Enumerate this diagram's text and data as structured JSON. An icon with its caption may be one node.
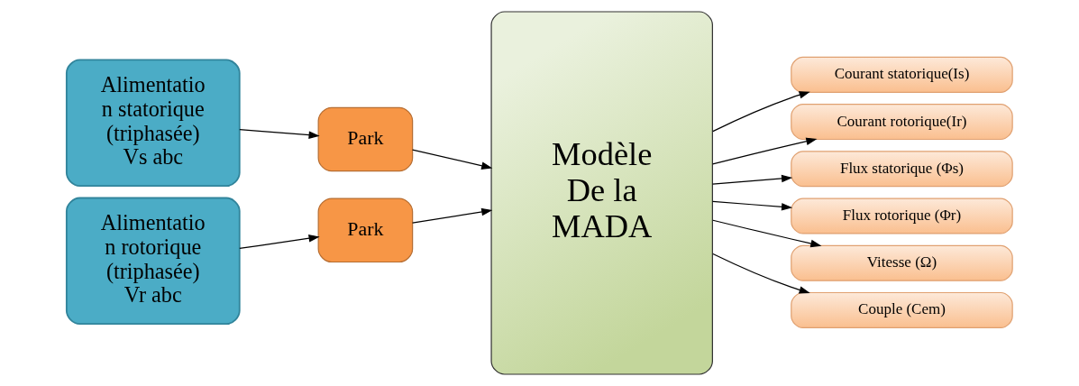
{
  "diagram": {
    "nodes": [
      {
        "text": [
          "Alimentatio n statorique (triphasée) Vs abc"
        ]
      },
      {
        "text": [
          "Park"
        ]
      },
      {
        "text": [
          "Alimentatio n rotorique (triphasée) Vr abc"
        ]
      },
      {
        "text": [
          "Park"
        ]
      },
      {
        "text": [
          "Modèle De la MADA"
        ]
      },
      {
        "text": [
          "Courant statorique(Is)"
        ]
      },
      {
        "text": [
          "Courant rotorique(Ir)"
        ]
      },
      {
        "text": [
          "Flux statorique (Φs)"
        ]
      },
      {
        "text": [
          "Flux rotorique (Φr)"
        ]
      },
      {
        "text": [
          "Vitesse (Ω)"
        ]
      },
      {
        "text": [
          "Couple (Cem)"
        ]
      }
    ],
    "edges": [
      {
        "from": 0,
        "to": 1,
        "arrow": "to"
      },
      {
        "from": 1,
        "to": 4,
        "arrow": "to"
      },
      {
        "from": 2,
        "to": 3,
        "arrow": "to"
      },
      {
        "from": 3,
        "to": 4,
        "arrow": "to"
      },
      {
        "from": 4,
        "to": 5,
        "arrow": "to"
      },
      {
        "from": 4,
        "to": 6,
        "arrow": "to"
      },
      {
        "from": 4,
        "to": 7,
        "arrow": "to"
      },
      {
        "from": 4,
        "to": 8,
        "arrow": "to"
      },
      {
        "from": 4,
        "to": 9,
        "arrow": "to"
      },
      {
        "from": 4,
        "to": 10,
        "arrow": "to"
      }
    ]
  }
}
